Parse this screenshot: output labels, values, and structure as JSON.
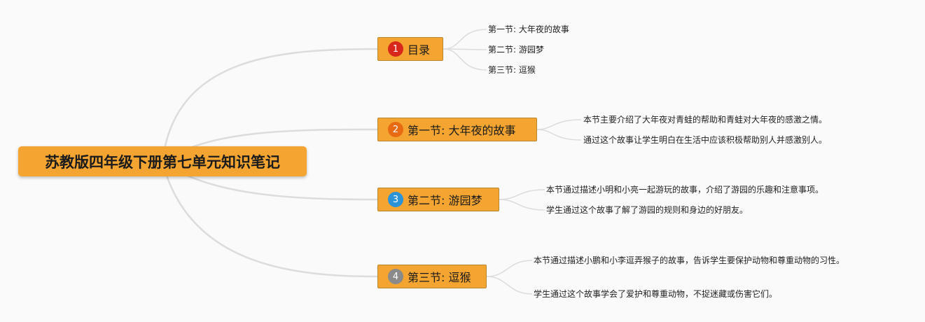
{
  "colors": {
    "background": "#fafafa",
    "node_fill": "#f3a431",
    "connector": "#dcdcdc"
  },
  "root": {
    "label": "苏教版四年级下册第七单元知识笔记"
  },
  "branches": [
    {
      "badge": "1",
      "badge_color": "#d8281c",
      "label": "目录",
      "leaves": [
        "第一节: 大年夜的故事",
        "第二节: 游园梦",
        "第三节: 逗猴"
      ]
    },
    {
      "badge": "2",
      "badge_color": "#e86a13",
      "label": "第一节: 大年夜的故事",
      "leaves": [
        "本节主要介绍了大年夜对青蛙的帮助和青蛙对大年夜的感激之情。",
        "通过这个故事让学生明白在生活中应该积极帮助别人并感激别人。"
      ]
    },
    {
      "badge": "3",
      "badge_color": "#2b93d6",
      "label": "第二节: 游园梦",
      "leaves": [
        "本节通过描述小明和小亮一起游玩的故事，介绍了游园的乐趣和注意事项。",
        "学生通过这个故事了解了游园的规则和身边的好朋友。"
      ]
    },
    {
      "badge": "4",
      "badge_color": "#8a8a8a",
      "label": "第三节: 逗猴",
      "leaves": [
        "本节通过描述小鹏和小李逗弄猴子的故事，告诉学生要保护动物和尊重动物的习性。",
        "学生通过这个故事学会了爱护和尊重动物，不捉迷藏或伤害它们。"
      ]
    }
  ]
}
